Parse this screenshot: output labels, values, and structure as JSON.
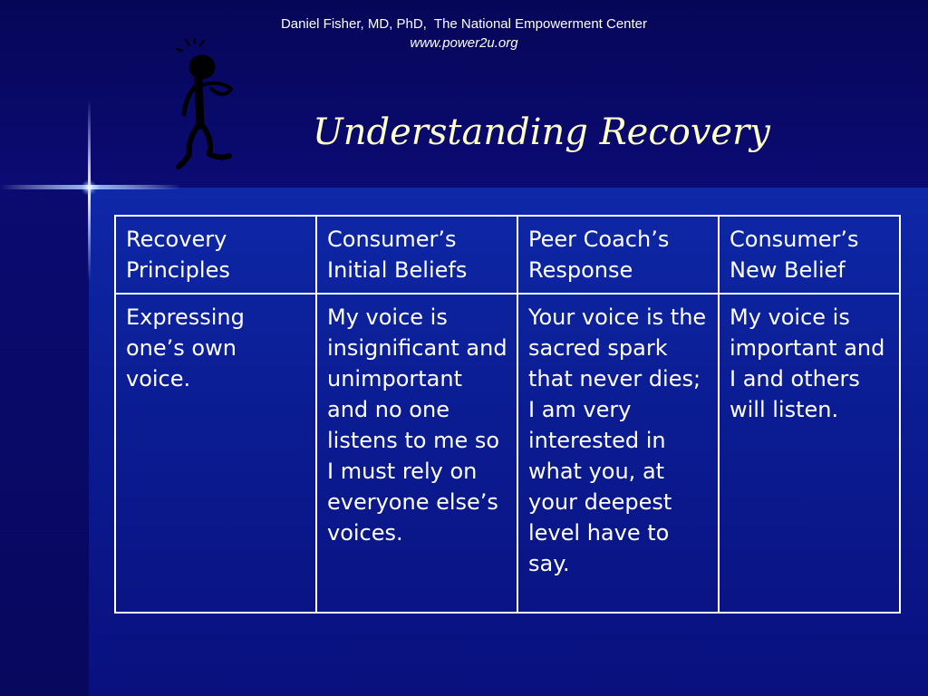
{
  "header": {
    "author_line": "Daniel Fisher, MD, PhD,  The National Empowerment Center",
    "url": "www.power2u.org"
  },
  "icons": {
    "figure": "stick-figure-thinking-icon"
  },
  "colors": {
    "title": "#ffffcc",
    "background": "#0a0a78",
    "table_border": "#ffffff",
    "text": "#ffffff"
  },
  "title": "Understanding Recovery",
  "table": {
    "headers": [
      "Recovery Principles",
      "Consumer’s Initial Beliefs",
      "Peer Coach’s Response",
      "Consumer’s New Belief"
    ],
    "rows": [
      [
        "Expressing one’s own voice.",
        "My voice is insignificant and unimportant and no one listens to me so I must rely on everyone else’s voices.",
        "Your voice is the sacred spark that never dies; I am very interested in what you, at your deepest level have to say.",
        "My voice is important and I and others will listen."
      ]
    ]
  }
}
